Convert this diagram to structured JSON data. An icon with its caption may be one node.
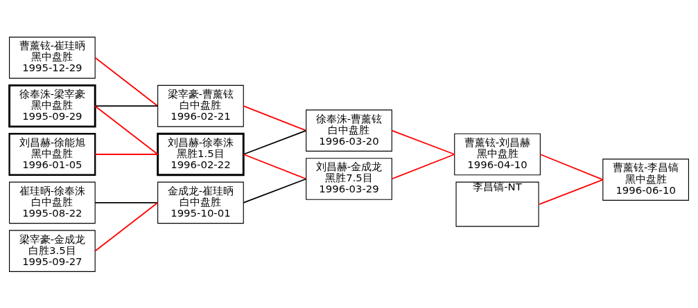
{
  "diagram": {
    "nodes": [
      {
        "text": [
          "曹薰铉-崔珪昞",
          "黑中盘胜",
          "1995-12-29"
        ]
      },
      {
        "text": [
          "徐奉洙-梁宰豪",
          "黑中盘胜",
          "1995-09-29"
        ]
      },
      {
        "text": [
          "刘昌赫-徐能旭",
          "黑中盘胜",
          "1996-01-05"
        ]
      },
      {
        "text": [
          "崔珪昞-徐奉洙",
          "白中盘胜",
          "1995-08-22"
        ]
      },
      {
        "text": [
          "梁宰豪-金成龙",
          "白胜3.5目",
          "1995-09-27"
        ]
      },
      {
        "text": [
          "梁宰豪-曹薰铉",
          "白中盘胜",
          "1996-02-21"
        ]
      },
      {
        "text": [
          "刘昌赫-徐奉洙",
          "黑胜1.5目",
          "1996-02-22"
        ]
      },
      {
        "text": [
          "金成龙-崔珪昞",
          "白中盘胜",
          "1995-10-01"
        ]
      },
      {
        "text": [
          "徐奉洙-曹薰铉",
          "白中盘胜",
          "1996-03-20"
        ]
      },
      {
        "text": [
          "刘昌赫-金成龙",
          "黑胜7.5目",
          "1996-03-29"
        ]
      },
      {
        "text": [
          "曹薰铉-刘昌赫",
          "黑中盘胜",
          "1996-04-10"
        ]
      },
      {
        "text": [
          "李昌镐-NT"
        ]
      },
      {
        "text": [
          "曹薰铉-李昌镐",
          "黑中盘胜",
          "1996-06-10"
        ]
      }
    ],
    "edges": [
      {
        "from": 0,
        "to": 5,
        "arrow": "none"
      },
      {
        "from": 1,
        "to": 5,
        "arrow": "none",
        "color": "#000000"
      },
      {
        "from": 1,
        "to": 6,
        "arrow": "none"
      },
      {
        "from": 2,
        "to": 6,
        "arrow": "none"
      },
      {
        "from": 3,
        "to": 7,
        "arrow": "none",
        "color": "#000000"
      },
      {
        "from": 4,
        "to": 7,
        "arrow": "none"
      },
      {
        "from": 5,
        "to": 8,
        "arrow": "none"
      },
      {
        "from": 6,
        "to": 8,
        "arrow": "none",
        "color": "#000000"
      },
      {
        "from": 6,
        "to": 9,
        "arrow": "none"
      },
      {
        "from": 7,
        "to": 9,
        "arrow": "none",
        "color": "#000000"
      },
      {
        "from": 8,
        "to": 10,
        "arrow": "none"
      },
      {
        "from": 9,
        "to": 10,
        "arrow": "none"
      },
      {
        "from": 10,
        "to": 12,
        "arrow": "none"
      },
      {
        "from": 11,
        "to": 12,
        "arrow": "none"
      }
    ]
  }
}
